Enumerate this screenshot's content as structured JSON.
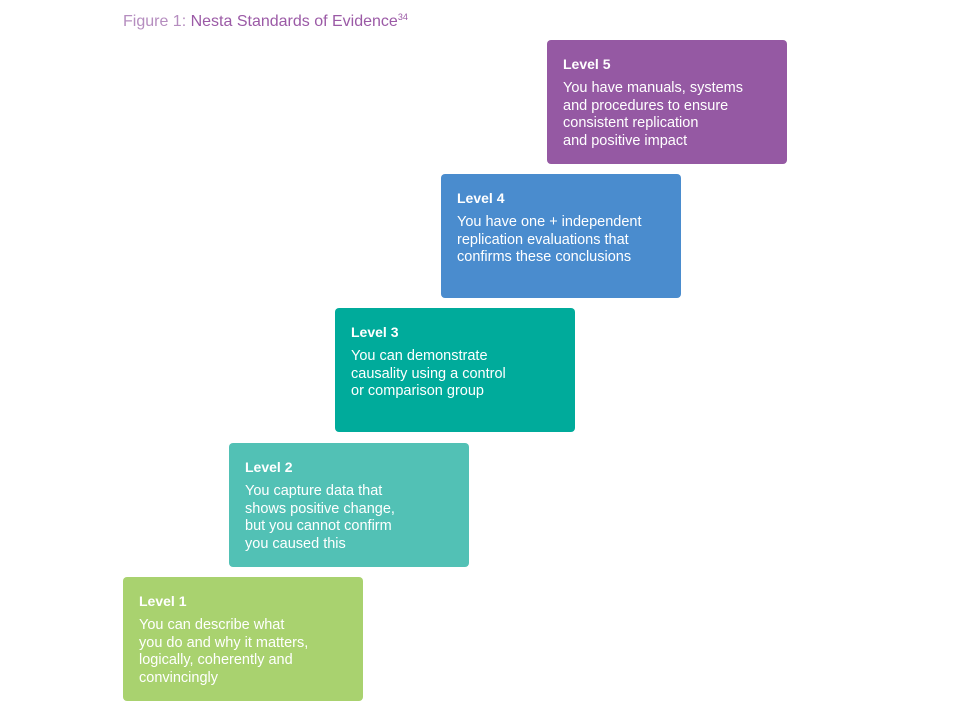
{
  "figure": {
    "label": "Figure 1:",
    "title": "Nesta Standards of Evidence",
    "footnote": "34"
  },
  "levels": [
    {
      "title": "Level 1",
      "description": "You can describe what\nyou do and why it matters,\nlogically, coherently and\nconvincingly",
      "color": "#a9d26f"
    },
    {
      "title": "Level 2",
      "description": "You capture data that\nshows positive change,\nbut you cannot confirm\nyou caused this",
      "color": "#52c1b5"
    },
    {
      "title": "Level 3",
      "description": "You can demonstrate\ncausality using a control\nor comparison group",
      "color": "#00ab9b"
    },
    {
      "title": "Level 4",
      "description": "You have one + independent\nreplication evaluations that\nconfirms these conclusions",
      "color": "#4a8cce"
    },
    {
      "title": "Level 5",
      "description": "You have manuals, systems\nand procedures to ensure\nconsistent replication\nand positive impact",
      "color": "#9559a3"
    }
  ]
}
